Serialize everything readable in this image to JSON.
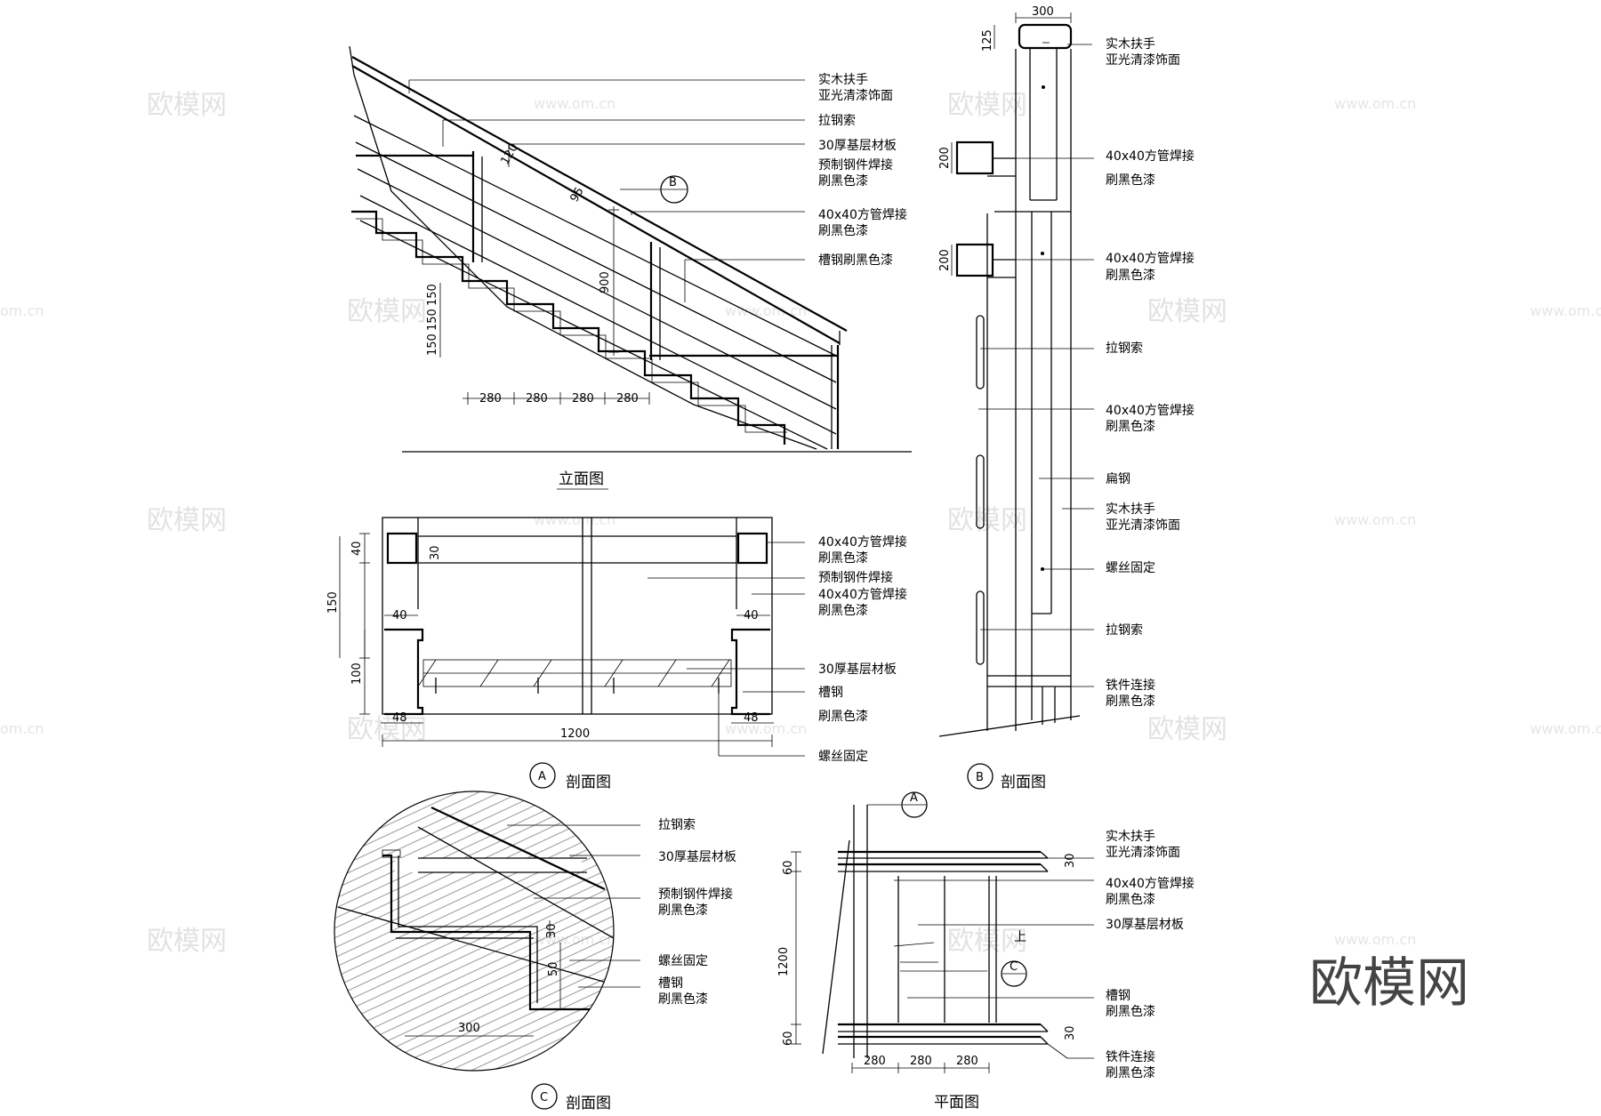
{
  "elevation": {
    "title": "立面图",
    "dims": [
      "280",
      "280",
      "280",
      "280",
      "120",
      "95",
      "900",
      "150",
      "150",
      "150"
    ],
    "tag": "B",
    "labels": [
      "实木扶手",
      "亚光清漆饰面",
      "拉钢索",
      "30厚基层材板",
      "预制钢件焊接",
      "刷黑色漆",
      "40x40方管焊接",
      "刷黑色漆",
      "槽钢刷黑色漆"
    ]
  },
  "sectionA": {
    "title": "剖面图",
    "tag": "A",
    "dims": [
      "40",
      "30",
      "150",
      "40",
      "40",
      "100",
      "48",
      "48",
      "1200"
    ],
    "labels": [
      "40x40方管焊接",
      "刷黑色漆",
      "预制钢件焊接",
      "40x40方管焊接",
      "刷黑色漆",
      "30厚基层材板",
      "槽钢",
      "刷黑色漆",
      "螺丝固定"
    ]
  },
  "sectionB": {
    "title": "剖面图",
    "tag": "B",
    "dims": [
      "300",
      "125",
      "200",
      "200"
    ],
    "labels": [
      "实木扶手",
      "亚光清漆饰面",
      "40x40方管焊接",
      "刷黑色漆",
      "40x40方管焊接",
      "刷黑色漆",
      "拉钢索",
      "40x40方管焊接",
      "刷黑色漆",
      "扁钢",
      "实木扶手",
      "亚光清漆饰面",
      "螺丝固定",
      "拉钢索",
      "铁件连接",
      "刷黑色漆"
    ]
  },
  "sectionC": {
    "title": "剖面图",
    "tag": "C",
    "dims": [
      "30",
      "50",
      "300"
    ],
    "labels": [
      "拉钢索",
      "30厚基层材板",
      "预制钢件焊接",
      "刷黑色漆",
      "螺丝固定",
      "槽钢",
      "刷黑色漆"
    ]
  },
  "plan": {
    "title": "平面图",
    "tagA": "A",
    "tagC": "C",
    "up": "上",
    "dims": [
      "60",
      "1200",
      "60",
      "30",
      "30",
      "280",
      "280",
      "280"
    ],
    "labels": [
      "实木扶手",
      "亚光清漆饰面",
      "40x40方管焊接",
      "刷黑色漆",
      "30厚基层材板",
      "槽钢",
      "刷黑色漆",
      "铁件连接",
      "刷黑色漆"
    ]
  },
  "watermark": {
    "brand": "欧模网",
    "url": "www.om.cn",
    "urlShort": "om.cn"
  }
}
